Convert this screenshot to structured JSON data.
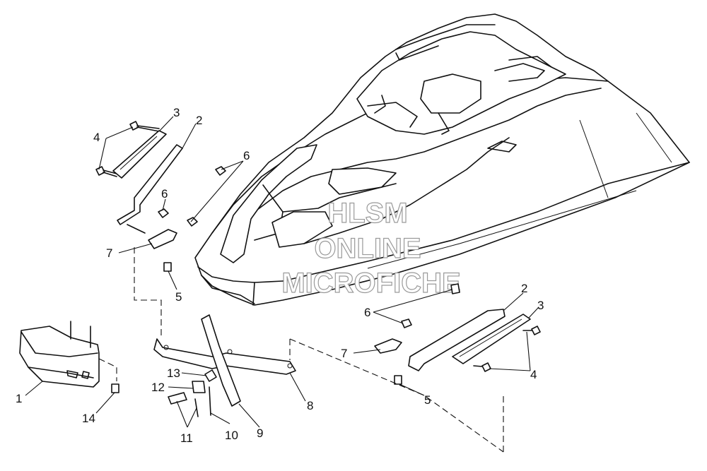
{
  "callouts": {
    "c1": "1",
    "c2_left": "2",
    "c2_right": "2",
    "c3_left": "3",
    "c3_right": "3",
    "c4_left": "4",
    "c4_right": "4",
    "c5_left": "5",
    "c5_right": "5",
    "c6_top": "6",
    "c6_left": "6",
    "c6_right": "6",
    "c7_left": "7",
    "c7_right": "7",
    "c8": "8",
    "c9": "9",
    "c10": "10",
    "c11": "11",
    "c12": "12",
    "c13": "13",
    "c14": "14"
  },
  "watermark": {
    "line1": "HLSM",
    "line2": "ONLINE",
    "line3": "MICROFICHE"
  }
}
